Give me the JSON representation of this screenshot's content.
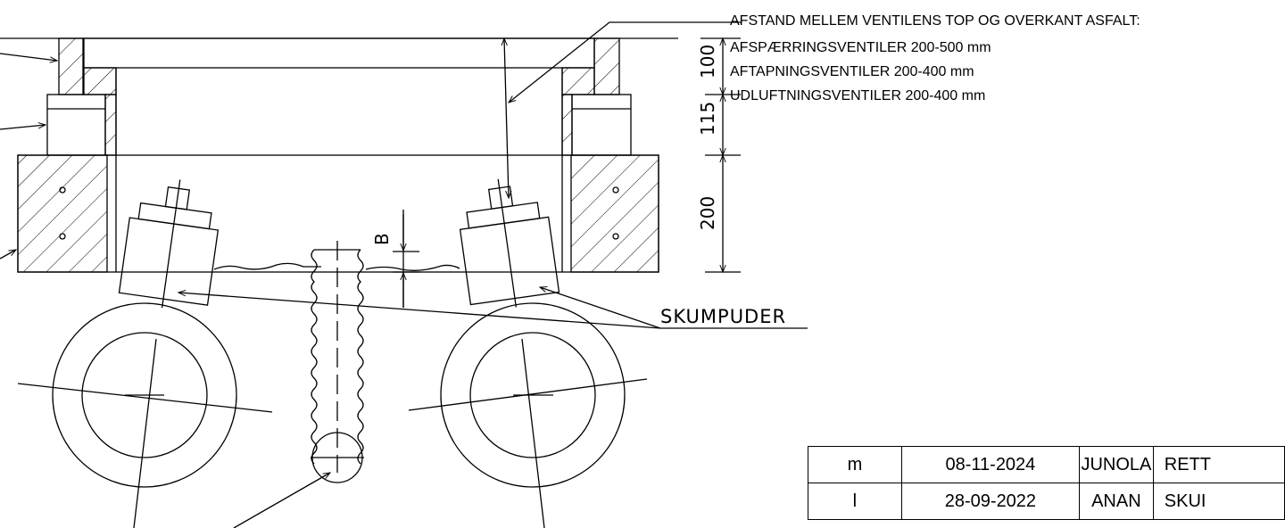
{
  "notes": {
    "title": "AFSTAND MELLEM VENTILENS TOP OG OVERKANT ASFALT:",
    "line1": "AFSPÆRRINGSVENTILER 200-500 mm",
    "line2": "AFTAPNINGSVENTILER 200-400 mm",
    "line3": "UDLUFTNINGSVENTILER 200-400 mm"
  },
  "dimensions": {
    "d1": "100",
    "d2": "115",
    "d3": "200",
    "b": "B"
  },
  "labels": {
    "foam": "SKUMPUDER"
  },
  "revisions": [
    {
      "rev": "m",
      "date": "08-11-2024",
      "by": "JUNOLA",
      "desc": "RETT"
    },
    {
      "rev": "l",
      "date": "28-09-2022",
      "by": "ANAN",
      "desc": "SKUI"
    }
  ]
}
